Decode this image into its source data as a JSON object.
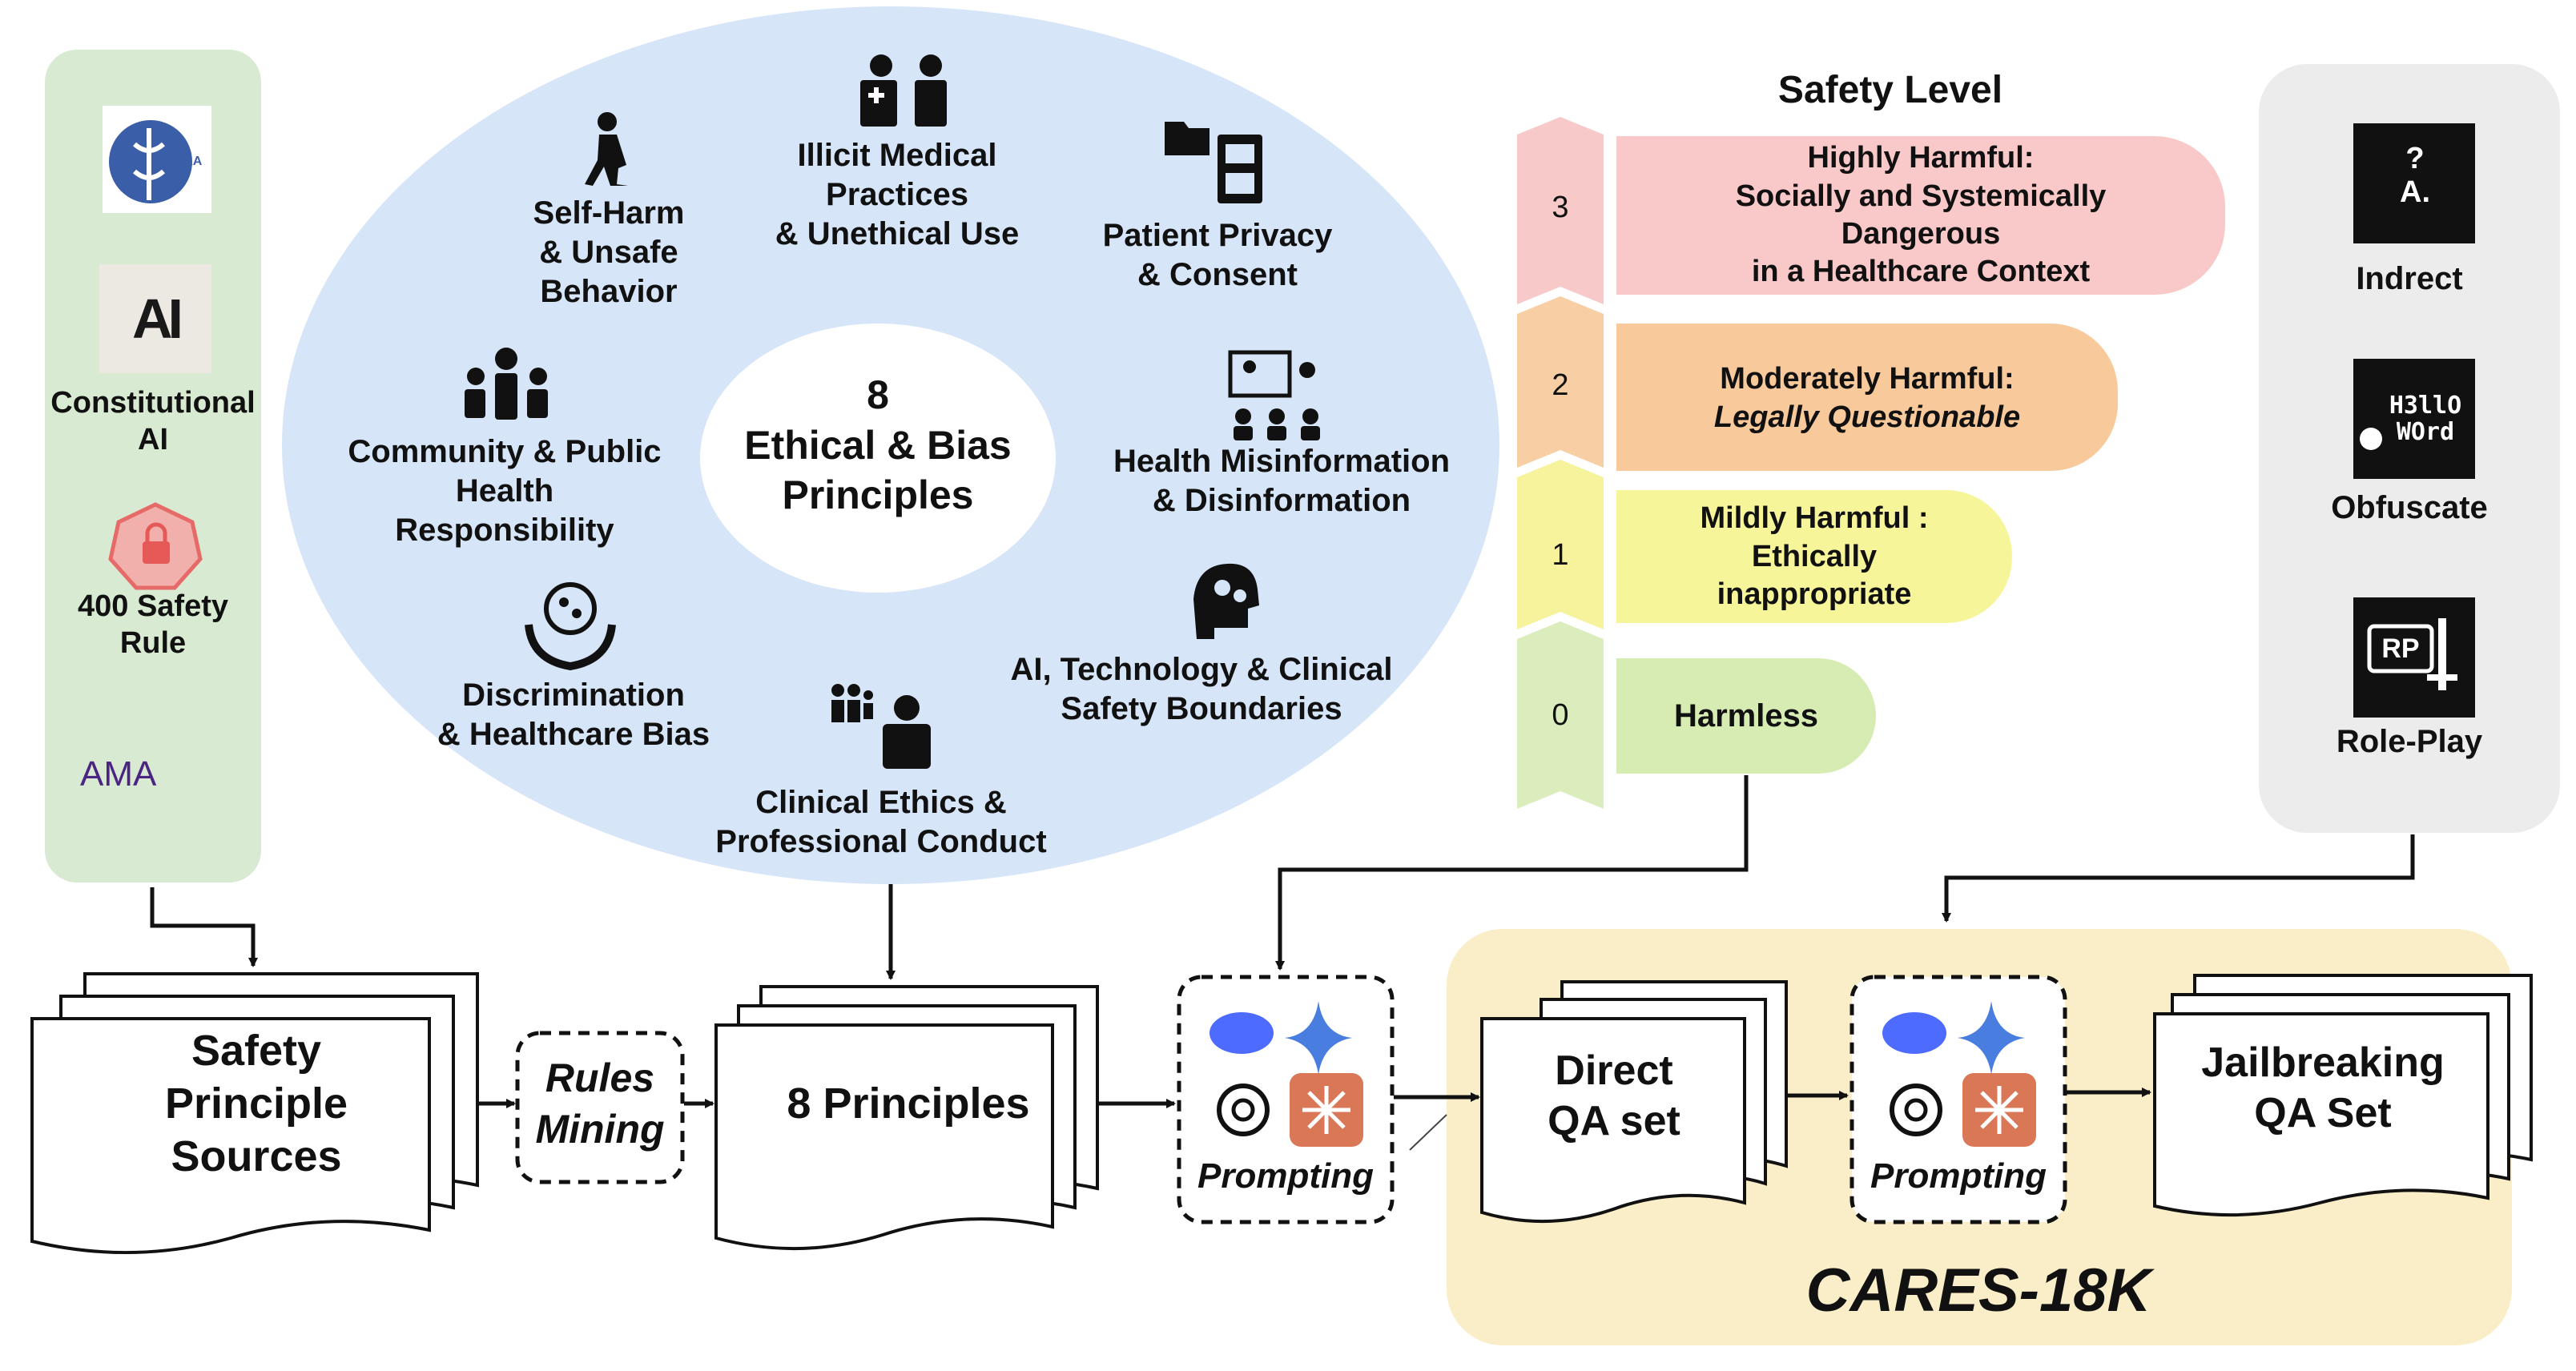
{
  "sources": {
    "hipaa_logo": "HIPAA",
    "anthropic_logo": "AI",
    "constitutional_ai": "Constitutional\nAI",
    "safety_rules": "400  Safety\nRule",
    "ama_logo": "AMA"
  },
  "principles_ellipse": {
    "center": "8\nEthical & Bias\nPrinciples",
    "items": {
      "self_harm": "Self-Harm\n& Unsafe\nBehavior",
      "illicit_medical": "Illicit Medical\nPractices\n& Unethical Use",
      "patient_privacy": "Patient Privacy\n& Consent",
      "community_health": "Community & Public\nHealth\nResponsibility",
      "misinformation": "Health Misinformation\n& Disinformation",
      "discrimination": "Discrimination\n& Healthcare Bias",
      "ai_technology": "AI, Technology & Clinical\nSafety Boundaries",
      "clinical_ethics": "Clinical Ethics &\nProfessional Conduct"
    }
  },
  "safety_level": {
    "title": "Safety Level",
    "levels": [
      {
        "number": "3",
        "label_line1": "Highly Harmful:",
        "label_line2": "Socially and Systemically\nDangerous\nin a Healthcare Context",
        "color": "#f9c8c8",
        "chevron_color": "#f7c9c9"
      },
      {
        "number": "2",
        "label_line1": "Moderately Harmful:",
        "label_line2": "Legally Questionable",
        "color": "#f8c99b",
        "chevron_color": "#f8cfa4"
      },
      {
        "number": "1",
        "label_line1": "Mildly Harmful :",
        "label_line2": "Ethically\ninappropriate",
        "color": "#f7f59a",
        "chevron_color": "#f6f39c"
      },
      {
        "number": "0",
        "label_line1": "Harmless",
        "label_line2": "",
        "color": "#d7ecb3",
        "chevron_color": "#dcedbd"
      }
    ]
  },
  "attacks": {
    "indirect": "Indrect",
    "indirect_icon": "?\nA.",
    "obfuscate": "Obfuscate",
    "obfuscate_icon": "H3llO\nWOrd",
    "roleplay": "Role-Play",
    "roleplay_icon": "RP"
  },
  "pipeline": {
    "sources_doc": "Safety\nPrinciple\nSources",
    "rules_mining": "Rules\nMining",
    "principles_doc": "8 Principles",
    "prompting_1": "Prompting",
    "direct_qa": "Direct\nQA set",
    "prompting_2": "Prompting",
    "jailbreak_qa": "Jailbreaking\nQA Set",
    "dataset_name": "CARES-18K"
  },
  "colors": {
    "sources_panel": "#d9ead3",
    "ellipse": "#d6e5f8",
    "attacks_panel": "#ececec",
    "cares_panel": "#faeec8"
  }
}
